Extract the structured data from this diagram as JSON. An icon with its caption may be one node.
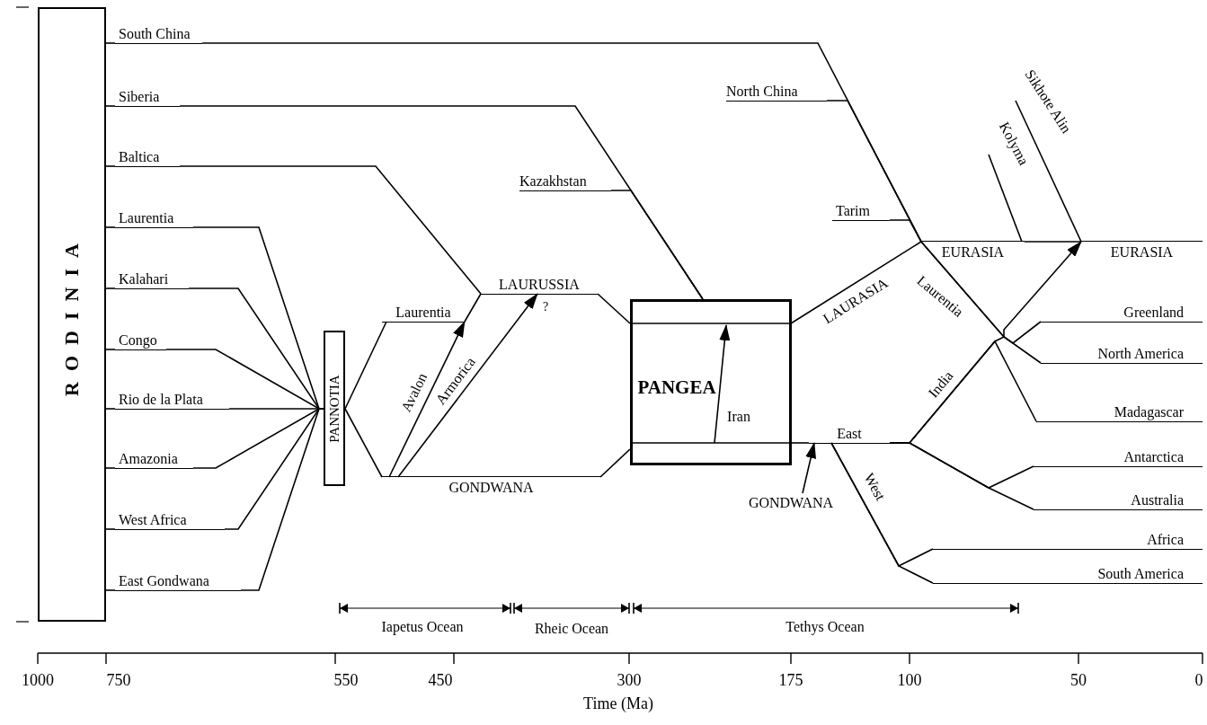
{
  "diagram": {
    "nodes": [
      {
        "text": [
          "RODINIA"
        ]
      },
      {
        "text": [
          "South China"
        ]
      },
      {
        "text": [
          "Siberia"
        ]
      },
      {
        "text": [
          "Baltica"
        ]
      },
      {
        "text": [
          "Laurentia"
        ]
      },
      {
        "text": [
          "Kalahari"
        ]
      },
      {
        "text": [
          "Congo"
        ]
      },
      {
        "text": [
          "Rio de la Plata"
        ]
      },
      {
        "text": [
          "Amazonia"
        ]
      },
      {
        "text": [
          "West Africa"
        ]
      },
      {
        "text": [
          "East Gondwana"
        ]
      },
      {
        "text": [
          "PANNOTIA"
        ]
      },
      {
        "text": [
          "Laurentia"
        ]
      },
      {
        "text": [
          "LAURUSSIA"
        ]
      },
      {
        "text": [
          "GONDWANA"
        ]
      },
      {
        "text": [
          "Kazakhstan"
        ]
      },
      {
        "text": [
          "PANGEA"
        ]
      },
      {
        "text": [
          "North China"
        ]
      },
      {
        "text": [
          "Tarim"
        ]
      },
      {
        "text": [
          "EURASIA"
        ]
      },
      {
        "text": [
          "EURASIA"
        ]
      },
      {
        "text": [
          "Greenland"
        ]
      },
      {
        "text": [
          "North America"
        ]
      },
      {
        "text": [
          "Madagascar"
        ]
      },
      {
        "text": [
          "East"
        ]
      },
      {
        "text": [
          "GONDWANA"
        ]
      },
      {
        "text": [
          "Antarctica"
        ]
      },
      {
        "text": [
          "Australia"
        ]
      },
      {
        "text": [
          "Africa"
        ]
      },
      {
        "text": [
          "South America"
        ]
      }
    ],
    "edges": [
      {
        "from": 0,
        "to": 1,
        "arrow": "none"
      },
      {
        "from": 0,
        "to": 2,
        "arrow": "none"
      },
      {
        "from": 0,
        "to": 3,
        "arrow": "none"
      },
      {
        "from": 0,
        "to": 4,
        "arrow": "none"
      },
      {
        "from": 0,
        "to": 5,
        "arrow": "none"
      },
      {
        "from": 0,
        "to": 6,
        "arrow": "none"
      },
      {
        "from": 0,
        "to": 7,
        "arrow": "none"
      },
      {
        "from": 0,
        "to": 8,
        "arrow": "none"
      },
      {
        "from": 0,
        "to": 9,
        "arrow": "none"
      },
      {
        "from": 0,
        "to": 10,
        "arrow": "none"
      },
      {
        "from": 4,
        "to": 11,
        "arrow": "none"
      },
      {
        "from": 5,
        "to": 11,
        "arrow": "none"
      },
      {
        "from": 6,
        "to": 11,
        "arrow": "none"
      },
      {
        "from": 7,
        "to": 11,
        "arrow": "none"
      },
      {
        "from": 8,
        "to": 11,
        "arrow": "none"
      },
      {
        "from": 9,
        "to": 11,
        "arrow": "none"
      },
      {
        "from": 10,
        "to": 11,
        "arrow": "none"
      },
      {
        "from": 11,
        "to": 12,
        "arrow": "none"
      },
      {
        "from": 11,
        "to": 14,
        "arrow": "none"
      },
      {
        "from": 14,
        "to": 12,
        "arrow": "to",
        "label": "Avalon"
      },
      {
        "from": 14,
        "to": 13,
        "arrow": "to",
        "label": "Armorica"
      },
      {
        "from": 3,
        "to": 13,
        "arrow": "none"
      },
      {
        "from": 12,
        "to": 13,
        "arrow": "none"
      },
      {
        "from": 13,
        "to": 16,
        "arrow": "none"
      },
      {
        "from": 14,
        "to": 16,
        "arrow": "none"
      },
      {
        "from": 2,
        "to": 16,
        "arrow": "none"
      },
      {
        "from": 15,
        "to": 16,
        "arrow": "none"
      },
      {
        "from": null,
        "to": 16,
        "arrow": "to",
        "label": "Iran"
      },
      {
        "from": 1,
        "to": 19,
        "arrow": "none"
      },
      {
        "from": 17,
        "to": 19,
        "arrow": "none"
      },
      {
        "from": 18,
        "to": 19,
        "arrow": "none"
      },
      {
        "from": 16,
        "to": 19,
        "arrow": "none",
        "label": "LAURASIA"
      },
      {
        "from": null,
        "to": 19,
        "arrow": "none",
        "label": "Kolyma"
      },
      {
        "from": 19,
        "to": 20,
        "arrow": "none"
      },
      {
        "from": null,
        "to": 20,
        "arrow": "none",
        "label": "Sikhote Alin"
      },
      {
        "from": 19,
        "to": 21,
        "arrow": "none",
        "label": "Laurentia"
      },
      {
        "from": 19,
        "to": 22,
        "arrow": "none"
      },
      {
        "from": 16,
        "to": 24,
        "arrow": "none"
      },
      {
        "from": 25,
        "to": 24,
        "arrow": "to"
      },
      {
        "from": 24,
        "to": 23,
        "arrow": "none",
        "label": "India"
      },
      {
        "from": 24,
        "to": 20,
        "arrow": "to"
      },
      {
        "from": 24,
        "to": 26,
        "arrow": "none"
      },
      {
        "from": 24,
        "to": 27,
        "arrow": "none"
      },
      {
        "from": 24,
        "to": 28,
        "arrow": "none",
        "label": "West"
      },
      {
        "from": 24,
        "to": 29,
        "arrow": "none"
      }
    ],
    "labels": [
      "?",
      "Iapetus Ocean",
      "Rheic Ocean",
      "Tethys Ocean",
      "1000",
      "750",
      "550",
      "450",
      "300",
      "175",
      "100",
      "50",
      "0",
      "Time (Ma)"
    ]
  }
}
